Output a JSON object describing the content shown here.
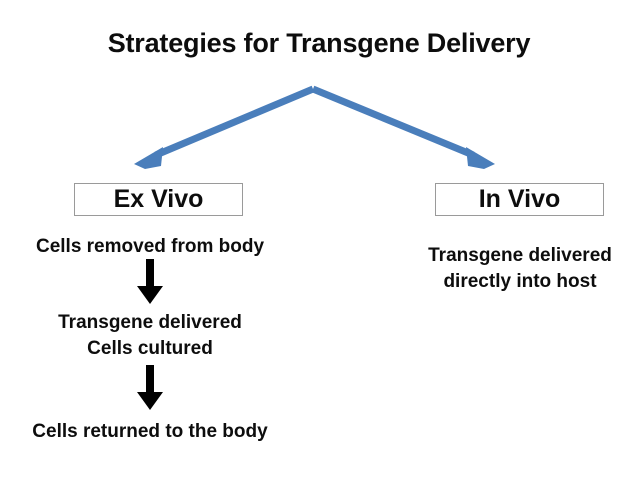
{
  "slide": {
    "title": "Strategies for Transgene Delivery",
    "background_color": "#FFFFFF",
    "text_color": "#0D0D0D",
    "accent_color": "#4A7EBB",
    "box_border_color": "#9A9A9A",
    "arrow_color": "#000000"
  },
  "branches": {
    "left": {
      "box_label": "Ex Vivo",
      "steps": [
        {
          "lines": [
            "Cells removed from body"
          ]
        },
        {
          "lines": [
            "Transgene delivered",
            "Cells cultured"
          ]
        },
        {
          "lines": [
            "Cells returned to the body"
          ]
        }
      ]
    },
    "right": {
      "box_label": "In Vivo",
      "steps": [
        {
          "lines": [
            "Transgene delivered",
            "directly into host"
          ]
        }
      ]
    }
  },
  "connectors": {
    "split_left_label": "split-arrow-to-ex-vivo",
    "split_right_label": "split-arrow-to-in-vivo",
    "flow_1_label": "flow-arrow-removed-to-delivered",
    "flow_2_label": "flow-arrow-delivered-to-returned"
  },
  "diagram_data": {
    "type": "flowchart",
    "title": "Strategies for Transgene Delivery",
    "root": "Strategies for Transgene Delivery",
    "nodes": [
      {
        "id": "ex-vivo",
        "label": "Ex Vivo",
        "shape": "rect",
        "column": "left"
      },
      {
        "id": "in-vivo",
        "label": "In Vivo",
        "shape": "rect",
        "column": "right"
      },
      {
        "id": "ex-1",
        "label": "Cells removed from body",
        "shape": "text",
        "column": "left"
      },
      {
        "id": "ex-2",
        "label": "Transgene delivered Cells cultured",
        "shape": "text",
        "column": "left"
      },
      {
        "id": "ex-3",
        "label": "Cells returned to the body",
        "shape": "text",
        "column": "left"
      },
      {
        "id": "in-1",
        "label": "Transgene delivered directly into host",
        "shape": "text",
        "column": "right"
      }
    ],
    "edges": [
      {
        "from": "root",
        "to": "ex-vivo",
        "style": "blue-arrow"
      },
      {
        "from": "root",
        "to": "in-vivo",
        "style": "blue-arrow"
      },
      {
        "from": "ex-1",
        "to": "ex-2",
        "style": "black-arrow"
      },
      {
        "from": "ex-2",
        "to": "ex-3",
        "style": "black-arrow"
      }
    ]
  }
}
